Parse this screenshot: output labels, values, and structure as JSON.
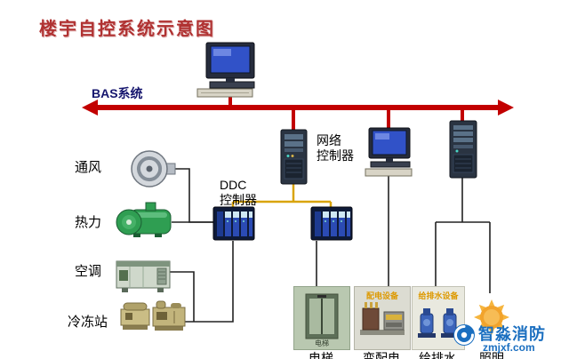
{
  "title": "楼宇自控系统示意图",
  "bus": {
    "label": "BAS系统"
  },
  "controllers": {
    "network_label": "网络\n控制器",
    "ddc_label": "DDC\n控制器"
  },
  "left_items": [
    {
      "label": "通风"
    },
    {
      "label": "热力"
    },
    {
      "label": "空调"
    },
    {
      "label": "冷冻站"
    }
  ],
  "bottom_items": [
    {
      "caption": "电梯",
      "photo_label": "电梯"
    },
    {
      "caption": "变配电",
      "photo_label": "配电设备"
    },
    {
      "caption": "给排水",
      "photo_label": "给排水设备"
    },
    {
      "caption": "照明"
    }
  ],
  "watermark": {
    "name": "智淼消防",
    "site": "zmjxf.com"
  },
  "colors": {
    "bus_red": "#c20000",
    "line_yellow": "#d9a40a",
    "title_red": "#b03232",
    "bas_navy": "#16166e",
    "watermark_blue": "#1b6fc0"
  }
}
